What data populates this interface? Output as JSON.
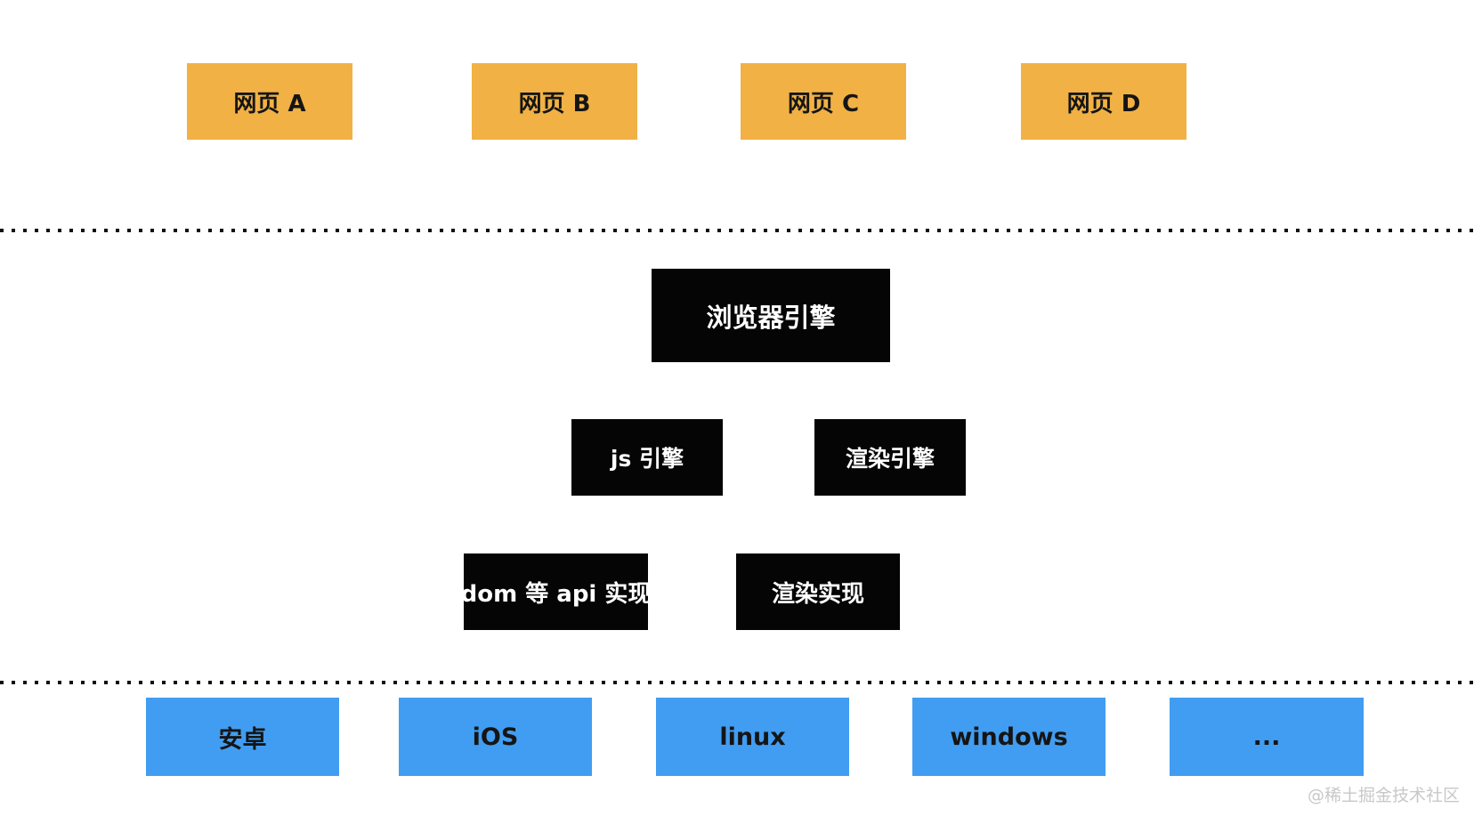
{
  "colors": {
    "page_bg": "#ffffff",
    "web_box": "#F1B144",
    "engine_box": "#050505",
    "os_box": "#419DF1",
    "box_text_dark": "#151515",
    "box_text_light": "#ffffff",
    "divider": "#111111",
    "watermark": "#c8c8c8"
  },
  "layers": {
    "web_pages": {
      "items": [
        "网页 A",
        "网页 B",
        "网页 C",
        "网页 D"
      ]
    },
    "browser_engine": {
      "label": "浏览器引擎"
    },
    "engines": {
      "items": [
        "js 引擎",
        "渲染引擎"
      ]
    },
    "implementations": {
      "items": [
        "dom 等 api 实现",
        "渲染实现"
      ]
    },
    "os": {
      "items": [
        "安卓",
        "iOS",
        "linux",
        "windows",
        "..."
      ]
    }
  },
  "watermark": {
    "text": "@稀土掘金技术社区"
  }
}
